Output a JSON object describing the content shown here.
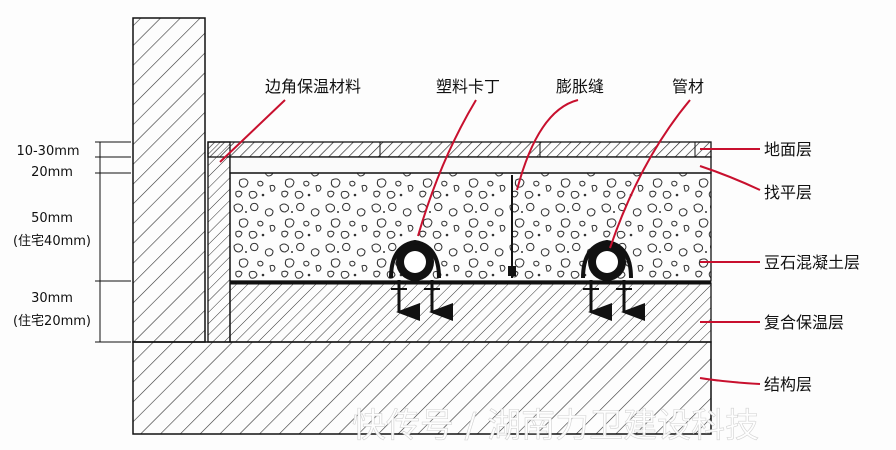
{
  "dimensions": [
    {
      "id": "dim-surface",
      "text": "10-30mm"
    },
    {
      "id": "dim-leveling",
      "text": "20mm"
    },
    {
      "id": "dim-concrete",
      "text": "50mm",
      "sub": "(住宅40mm)"
    },
    {
      "id": "dim-insulation",
      "text": "30mm",
      "sub": "(住宅20mm)"
    }
  ],
  "top_labels": {
    "edge_insulation": "边角保温材料",
    "plastic_clip": "塑料卡丁",
    "expansion_joint": "膨胀缝",
    "pipe": "管材"
  },
  "layers": {
    "floor_surface": "地面层",
    "leveling": "找平层",
    "pea_gravel_concrete": "豆石混凝土层",
    "composite_insulation": "复合保温层",
    "structural": "结构层"
  },
  "watermark": "快传号 / 湖南力卫建设科技",
  "colors": {
    "line": "#1a1a1a",
    "label_line": "#c8102e",
    "hatch": "#333333",
    "watermark": "#ffffff"
  }
}
